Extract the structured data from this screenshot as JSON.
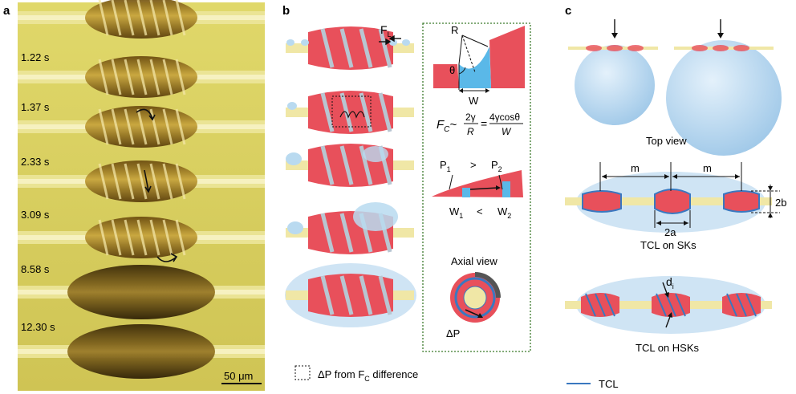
{
  "panels": {
    "a": {
      "label": "a",
      "times": [
        "1.22 s",
        "1.37 s",
        "2.33 s",
        "3.09 s",
        "8.58 s",
        "12.30 s"
      ],
      "scale_bar": "50 μm"
    },
    "b": {
      "label": "b",
      "force_label": "F",
      "force_sub": "L",
      "radius_label": "R",
      "angle_label": "θ",
      "width_label": "W",
      "eq_lhs": "F",
      "eq_lhs_sub": "C",
      "eq_sim": "~",
      "eq_num1": "2γ",
      "eq_den1": "R",
      "eq_eq": "=",
      "eq_num2": "4γcosθ",
      "eq_den2": "W",
      "p1": "P",
      "p1_sub": "1",
      "gt": ">",
      "p2": "P",
      "p2_sub": "2",
      "w1": "W",
      "w1_sub": "1",
      "lt": "<",
      "w2": "W",
      "w2_sub": "2",
      "axial_view": "Axial view",
      "delta_p": "ΔP",
      "legend_text": "ΔP from F",
      "legend_sub": "C",
      "legend_tail": " difference"
    },
    "c": {
      "label": "c",
      "top_view": "Top view",
      "m1": "m",
      "m2": "m",
      "two_b": "2b",
      "two_a": "2a",
      "tcl_sks": "TCL on SKs",
      "d_label": "d",
      "d_sub": "i",
      "tcl_hsks": "TCL on HSKs",
      "legend_tcl": "TCL"
    }
  },
  "colors": {
    "fiber": "#f0e7a6",
    "knot_red": "#e8505b",
    "drop_blue": "#b9daf0",
    "tcl_blue": "#3a78c0",
    "photo_bg": "#d8ce5e",
    "dotted_border": "#3b7a2b"
  }
}
